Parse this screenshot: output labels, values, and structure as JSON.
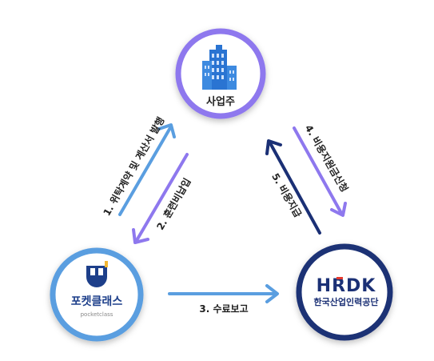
{
  "nodes": {
    "employer": {
      "label": "사업주",
      "ring_color": "#8e78ee"
    },
    "pocketclass": {
      "name": "포켓클래스",
      "sub": "pocketclass",
      "ring_color": "#5a9ee0"
    },
    "hrdk": {
      "logo": "HRDK",
      "name": "한국산업인력공단",
      "ring_color": "#1b3075"
    }
  },
  "steps": [
    {
      "label": "1. 위탁계약 및 계산서 발행",
      "color": "#5a9ee0",
      "icon": "arrow-up-right"
    },
    {
      "label": "2. 훈련비납입",
      "color": "#8e78ee",
      "icon": "arrow-down-left"
    },
    {
      "label": "3. 수료보고",
      "color": "#5a9ee0",
      "icon": "arrow-right"
    },
    {
      "label": "4. 비용지원금신청",
      "color": "#8e78ee",
      "icon": "arrow-down-right"
    },
    {
      "label": "5. 비용지급",
      "color": "#1b3075",
      "icon": "arrow-up-left"
    }
  ],
  "colors": {
    "hrdk_red": "#e63a2e",
    "building": "#2a74d2",
    "logo_dark": "#1d3f8a"
  },
  "icons": [
    "building-icon",
    "pocketclass-logo-icon",
    "hrdk-logo"
  ]
}
